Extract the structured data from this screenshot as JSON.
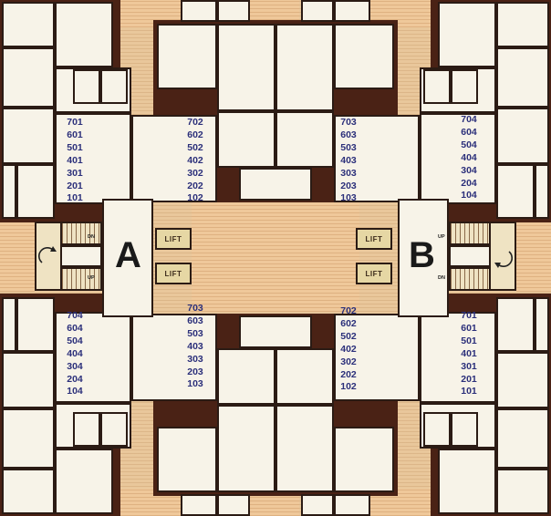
{
  "wings": {
    "a": {
      "label": "A",
      "stair_up": "UP",
      "stair_down": "DN",
      "lift_1": "LIFT",
      "lift_2": "LIFT"
    },
    "b": {
      "label": "B",
      "stair_up": "UP",
      "stair_down": "DN",
      "lift_1": "LIFT",
      "lift_2": "LIFT"
    }
  },
  "flat_groups": {
    "nw_outer": [
      "701",
      "601",
      "501",
      "401",
      "301",
      "201",
      "101"
    ],
    "nw_inner": [
      "702",
      "602",
      "502",
      "402",
      "302",
      "202",
      "102"
    ],
    "ne_inner": [
      "703",
      "603",
      "503",
      "403",
      "303",
      "203",
      "103"
    ],
    "ne_outer": [
      "704",
      "604",
      "504",
      "404",
      "304",
      "204",
      "104"
    ],
    "sw_outer": [
      "704",
      "604",
      "504",
      "404",
      "304",
      "204",
      "104"
    ],
    "sw_inner": [
      "703",
      "603",
      "503",
      "403",
      "303",
      "203",
      "103"
    ],
    "se_inner": [
      "702",
      "602",
      "502",
      "402",
      "302",
      "202",
      "102"
    ],
    "se_outer": [
      "701",
      "601",
      "501",
      "401",
      "301",
      "201",
      "101"
    ]
  }
}
